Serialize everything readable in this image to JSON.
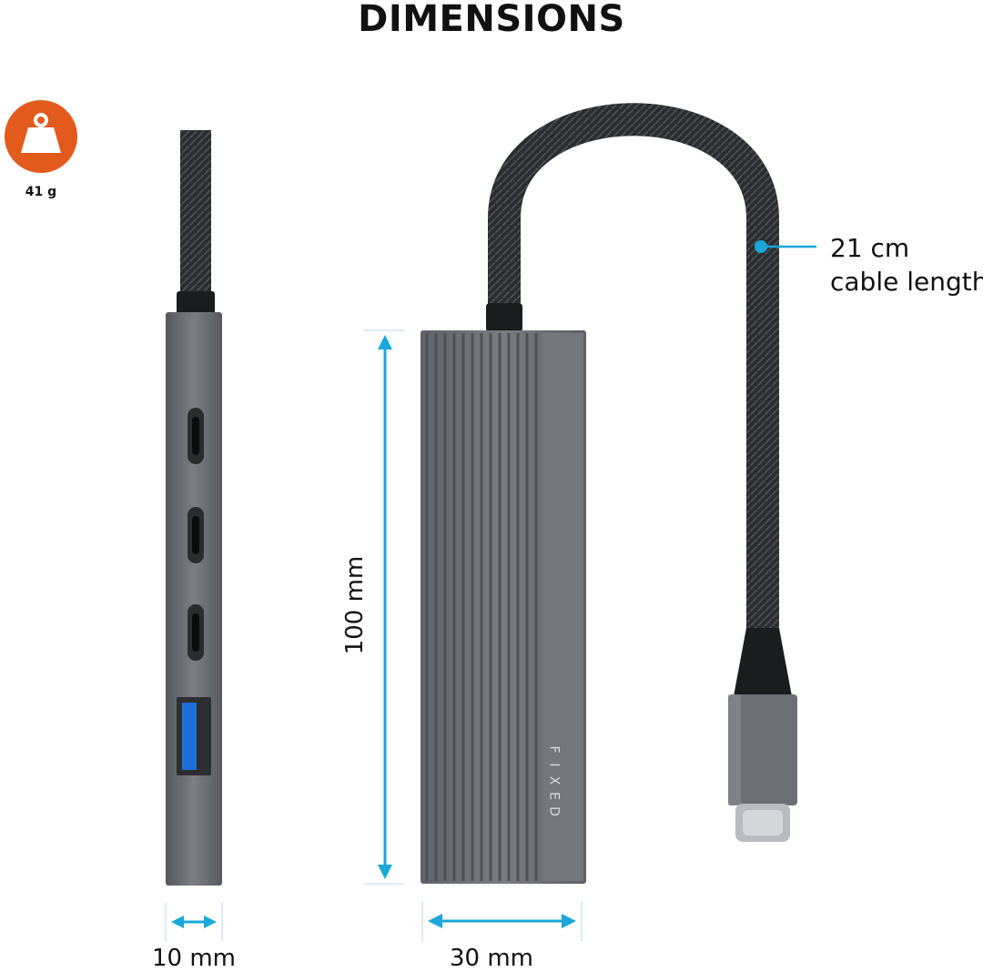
{
  "title": "DIMENSIONS",
  "weight": {
    "value": "41 g",
    "icon": "weight-icon"
  },
  "dimensions": {
    "width_side": "10 mm",
    "width_front": "30 mm",
    "height": "100 mm"
  },
  "cable": {
    "value": "21 cm",
    "label": "cable length"
  },
  "brand": [
    "F",
    "I",
    "X",
    "E",
    "D"
  ],
  "colors": {
    "accent": "#e25a1c",
    "measure": "#1aa7d9",
    "aluminium": "#6b6e74",
    "cable": "#222426"
  }
}
